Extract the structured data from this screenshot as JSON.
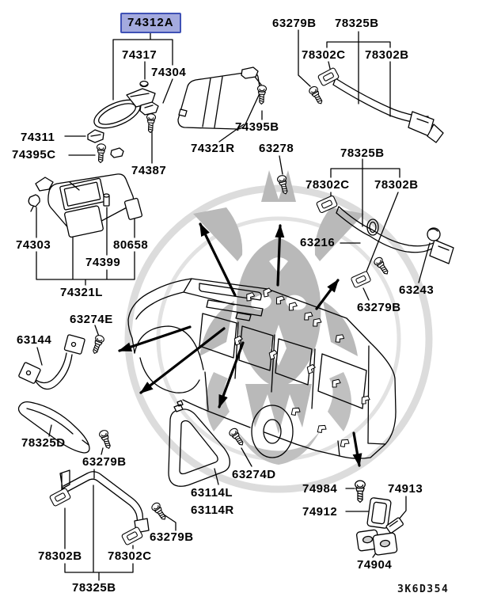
{
  "page": {
    "background": "#ffffff"
  },
  "highlight": {
    "part_number": "74312A",
    "fill": "#a4aade",
    "border": "#3f51b5"
  },
  "diagram_code": {
    "text": "3K6D354"
  },
  "watermark": {
    "color_dark": "#adadad",
    "color_light": "#d6d6d6"
  },
  "labels": [
    {
      "text": "74317"
    },
    {
      "text": "74304"
    },
    {
      "text": "63279B"
    },
    {
      "text": "78325B"
    },
    {
      "text": "78302C"
    },
    {
      "text": "78302B"
    },
    {
      "text": "74311"
    },
    {
      "text": "74395C"
    },
    {
      "text": "74395B"
    },
    {
      "text": "74321R"
    },
    {
      "text": "63278"
    },
    {
      "text": "74387"
    },
    {
      "text": "78325B"
    },
    {
      "text": "78302C"
    },
    {
      "text": "78302B"
    },
    {
      "text": "63216"
    },
    {
      "text": "63243"
    },
    {
      "text": "63279B"
    },
    {
      "text": "74303"
    },
    {
      "text": "80658"
    },
    {
      "text": "74399"
    },
    {
      "text": "74321L"
    },
    {
      "text": "63274E"
    },
    {
      "text": "63144"
    },
    {
      "text": "78325D"
    },
    {
      "text": "63279B"
    },
    {
      "text": "63114L"
    },
    {
      "text": "63114R"
    },
    {
      "text": "63274D"
    },
    {
      "text": "74984"
    },
    {
      "text": "74913"
    },
    {
      "text": "74912"
    },
    {
      "text": "74904"
    },
    {
      "text": "78302B"
    },
    {
      "text": "78302C"
    },
    {
      "text": "63279B"
    },
    {
      "text": "78325B"
    }
  ]
}
